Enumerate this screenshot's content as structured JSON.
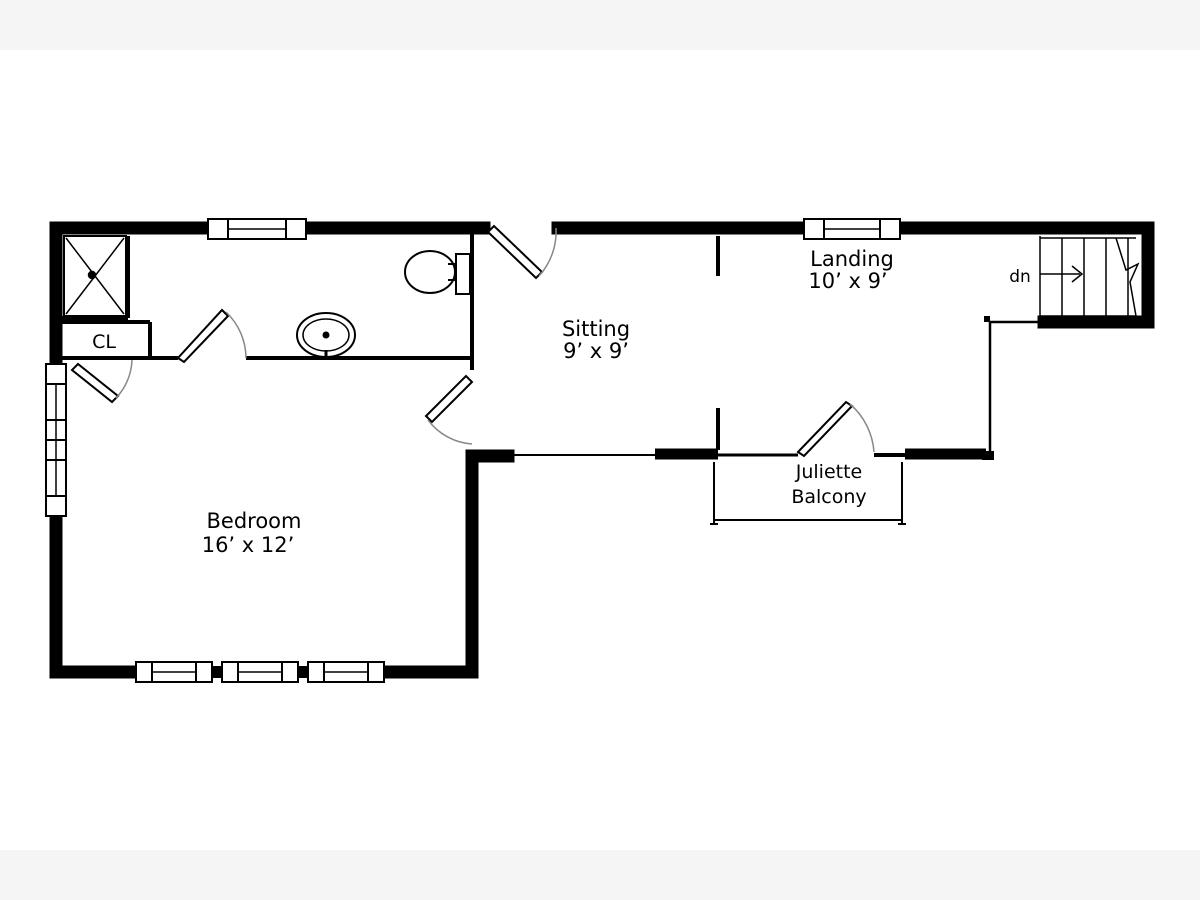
{
  "rooms": {
    "bedroom": {
      "name": "Bedroom",
      "size": "16’ x 12’"
    },
    "sitting": {
      "name": "Sitting",
      "size": "9’ x 9’"
    },
    "landing": {
      "name": "Landing",
      "size": "10’ x 9’"
    },
    "balcony": {
      "line1": "Juliette",
      "line2": "Balcony"
    },
    "closet": {
      "name": "CL"
    }
  },
  "stairs": {
    "direction": "dn"
  },
  "colors": {
    "wall": "#000000",
    "background": "#ffffff",
    "band": "#f5f5f5",
    "door_swing": "#7a7a7a"
  }
}
